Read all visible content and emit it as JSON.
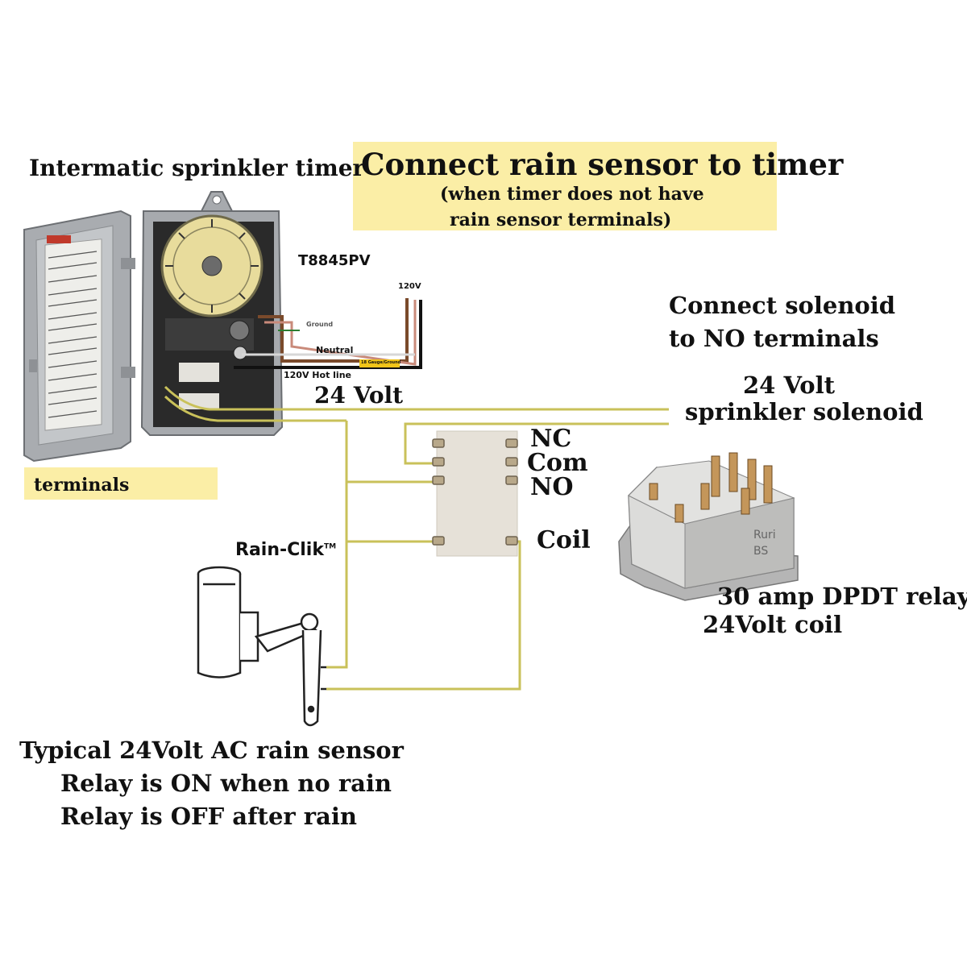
{
  "title_banner": {
    "title": "Connect rain sensor to timer",
    "subtitle_line1": "(when timer does not have",
    "subtitle_line2": "rain sensor terminals)"
  },
  "timer": {
    "label": "Intermatic sprinkler timer",
    "model": "T8845PV",
    "terminals_label": "terminals",
    "wire_120v": "120V",
    "wire_ground": "Ground",
    "wire_neutral": "Neutral",
    "wire_hot": "120V Hot line",
    "wire_tag": "18 Gauge/Ground"
  },
  "solenoid": {
    "note_line1": "Connect solenoid",
    "note_line2": "to NO terminals",
    "label_line1": "24 Volt",
    "label_line2": "sprinkler solenoid"
  },
  "wiring": {
    "volt_label": "24 Volt"
  },
  "relay": {
    "terminal_nc": "NC",
    "terminal_com": "Com",
    "terminal_no": "NO",
    "terminal_coil": "Coil",
    "photo_line1": "30 amp DPDT relay",
    "photo_line2": "24Volt coil"
  },
  "rain_sensor": {
    "brand": "Rain-Clik",
    "trademark": "TM",
    "caption_line1": "Typical 24Volt AC rain sensor",
    "caption_line2": "Relay is ON when no rain",
    "caption_line3": "Relay is OFF after rain"
  },
  "colors": {
    "wire": "#c9c15a",
    "banner": "#fbeea6",
    "terminals_banner": "#fbeea6",
    "relay_body": "#e6e1d8"
  }
}
